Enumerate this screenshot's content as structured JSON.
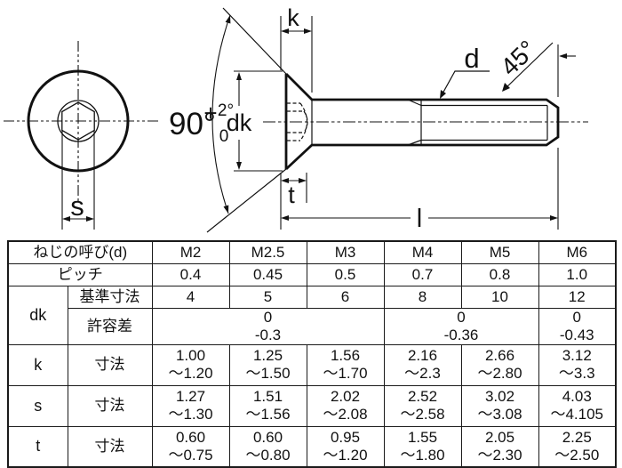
{
  "diagram": {
    "labels": {
      "k": "k",
      "d": "d",
      "chamfer_angle": "45°",
      "cone_angle": "90°",
      "tol_plus": "+",
      "tol_upper": "2°",
      "tol_lower": "0",
      "head_dia": "dk",
      "socket_depth": "t",
      "length": "l",
      "socket_width": "s"
    }
  },
  "table": {
    "name_row_label": "ねじの呼び(d)",
    "sizes": [
      "M2",
      "M2.5",
      "M3",
      "M4",
      "M5",
      "M6"
    ],
    "pitch_label": "ピッチ",
    "pitch": [
      "0.4",
      "0.45",
      "0.5",
      "0.7",
      "0.8",
      "1.0"
    ],
    "dk_label": "dk",
    "basic_label": "基準寸法",
    "basic": [
      "4",
      "5",
      "6",
      "8",
      "10",
      "12"
    ],
    "tolerance_label": "許容差",
    "tolerance_groups": [
      {
        "upper": "0",
        "lower": "-0.3"
      },
      {
        "upper": "0",
        "lower": "-0.36"
      },
      {
        "upper": "0",
        "lower": "-0.43"
      }
    ],
    "dim_label": "寸法",
    "k_row": {
      "label": "k",
      "values": [
        {
          "min": "1.00",
          "max": "〜1.20"
        },
        {
          "min": "1.25",
          "max": "〜1.50"
        },
        {
          "min": "1.56",
          "max": "〜1.70"
        },
        {
          "min": "2.16",
          "max": "〜2.3"
        },
        {
          "min": "2.66",
          "max": "〜2.80"
        },
        {
          "min": "3.12",
          "max": "〜3.3"
        }
      ]
    },
    "s_row": {
      "label": "s",
      "values": [
        {
          "min": "1.27",
          "max": "〜1.30"
        },
        {
          "min": "1.51",
          "max": "〜1.56"
        },
        {
          "min": "2.02",
          "max": "〜2.08"
        },
        {
          "min": "2.52",
          "max": "〜2.58"
        },
        {
          "min": "3.02",
          "max": "〜3.08"
        },
        {
          "min": "4.03",
          "max": "〜4.105"
        }
      ]
    },
    "t_row": {
      "label": "t",
      "values": [
        {
          "min": "0.60",
          "max": "〜0.75"
        },
        {
          "min": "0.60",
          "max": "〜0.80"
        },
        {
          "min": "0.95",
          "max": "〜1.20"
        },
        {
          "min": "1.55",
          "max": "〜1.80"
        },
        {
          "min": "2.05",
          "max": "〜2.30"
        },
        {
          "min": "2.25",
          "max": "〜2.50"
        }
      ]
    }
  }
}
